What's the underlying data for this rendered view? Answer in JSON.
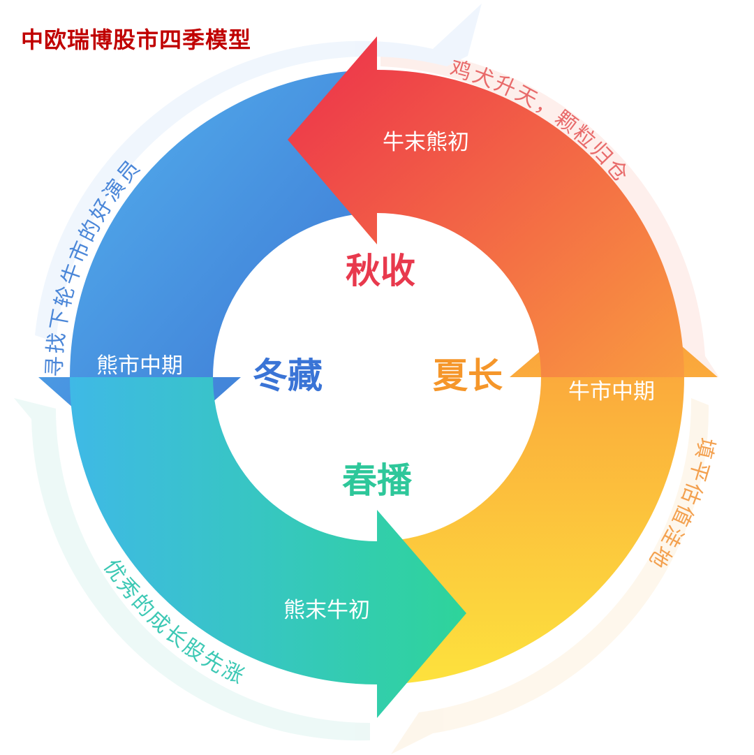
{
  "title": "中欧瑞博股市四季模型",
  "colors": {
    "title": "#c00000",
    "winter": "#3a74d6",
    "autumn": "#e8394d",
    "summer": "#f5962a",
    "spring": "#2ec79a"
  },
  "seasons": {
    "autumn": "秋收",
    "winter": "冬藏",
    "summer": "夏长",
    "spring": "春播"
  },
  "stages": {
    "bull_end_bear_start": "牛末熊初",
    "bear_mid": "熊市中期",
    "bear_end_bull_start": "熊末牛初",
    "bull_mid": "牛市中期"
  },
  "strategies": {
    "top_right": "鸡犬升天，颗粒归仓",
    "left": "寻找下轮牛市的好演员",
    "bottom_left": "优秀的成长股先涨",
    "right": "填平估值洼地"
  }
}
